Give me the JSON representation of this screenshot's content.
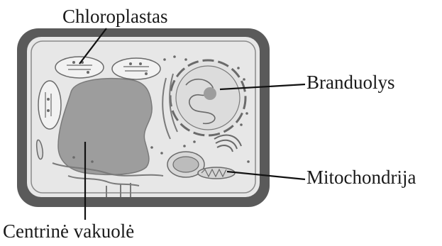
{
  "labels": {
    "chloroplast": "Chloroplastas",
    "nucleus": "Branduolys",
    "mitochondria": "Mitochondrija",
    "central_vacuole": "Centrinė vakuolė"
  },
  "colors": {
    "cell_wall": "#5a5a5a",
    "cytoplasm": "#e7e7e7",
    "vacuole": "#9d9d9d",
    "organelle_stroke": "#6a6a6a",
    "leader_line": "#111111",
    "text": "#1a1a1a"
  }
}
